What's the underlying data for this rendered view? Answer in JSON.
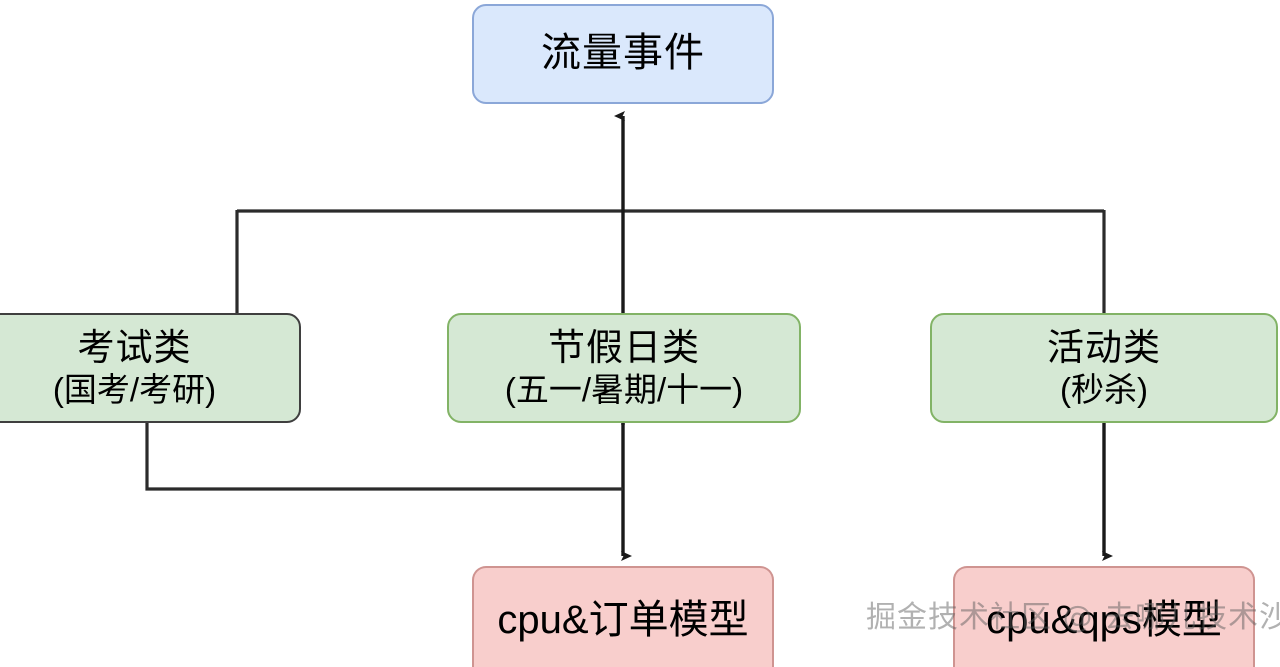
{
  "diagram": {
    "title_text": "流量事件",
    "nodes": {
      "traffic_event": {
        "label": "流量事件",
        "fill": "#dae8fc",
        "stroke": "#8ba7d8"
      },
      "cat_exam": {
        "label": "考试类",
        "sublabel": "(国考/考研)",
        "fill": "#d5e8d4",
        "stroke": "#3f3f3f"
      },
      "cat_holiday": {
        "label": "节假日类",
        "sublabel": "(五一/暑期/十一)",
        "fill": "#d5e8d4",
        "stroke": "#82b366"
      },
      "cat_activity": {
        "label": "活动类",
        "sublabel": "(秒杀)",
        "fill": "#d5e8d4",
        "stroke": "#82b366"
      },
      "model_order": {
        "label": "cpu&订单模型",
        "fill": "#f8cecc",
        "stroke": "#cf9491"
      },
      "model_qps": {
        "label": "cpu&qps模型",
        "fill": "#f8cecc",
        "stroke": "#cf9491"
      }
    },
    "edges": [
      {
        "name": "edge-categories-to-traffic-event",
        "from": "categories-bus",
        "to": "traffic_event",
        "arrow": "up"
      },
      {
        "name": "edge-bus-to-cat-exam",
        "from": "categories-bus",
        "to": "cat_exam",
        "arrow": "none"
      },
      {
        "name": "edge-bus-to-cat-holiday",
        "from": "categories-bus",
        "to": "cat_holiday",
        "arrow": "none"
      },
      {
        "name": "edge-bus-to-cat-activity",
        "from": "categories-bus",
        "to": "cat_activity",
        "arrow": "none"
      },
      {
        "name": "edge-cat-exam-to-model-order",
        "from": "cat_exam",
        "to": "model_order",
        "arrow": "down"
      },
      {
        "name": "edge-cat-holiday-to-model-order",
        "from": "cat_holiday",
        "to": "model_order",
        "arrow": "down"
      },
      {
        "name": "edge-cat-activity-to-model-qps",
        "from": "cat_activity",
        "to": "model_qps",
        "arrow": "down"
      }
    ],
    "edge_color": "#2b2b2b",
    "watermark": "掘金技术社区 @ 去哪儿技术沙龙"
  }
}
